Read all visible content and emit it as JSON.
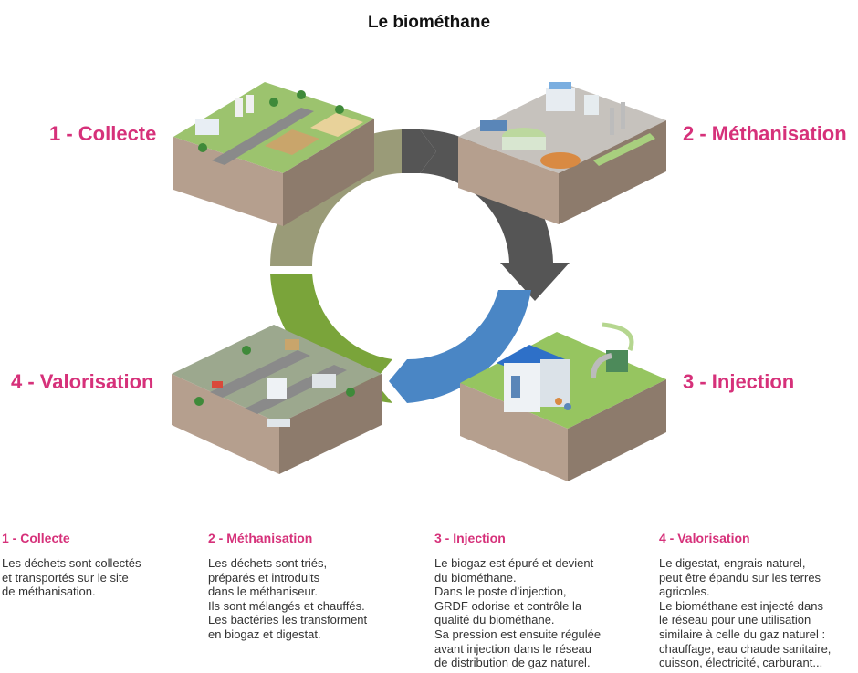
{
  "title": "Le biométhane",
  "stages": [
    {
      "label": "1 - Collecte"
    },
    {
      "label": "2 - Méthanisation"
    },
    {
      "label": "3 - Injection"
    },
    {
      "label": "4 - Valorisation"
    }
  ],
  "steps": [
    {
      "heading": "1 - Collecte",
      "text": "Les déchets sont collectés\net transportés sur le site\nde méthanisation."
    },
    {
      "heading": "2 - Méthanisation",
      "text": "Les déchets sont triés,\npréparés et introduits\ndans le méthaniseur.\nIls sont mélangés et chauffés.\nLes bactéries les transforment\nen biogaz et digestat."
    },
    {
      "heading": "3 - Injection",
      "text": "Le biogaz est épuré et devient\ndu biométhane.\nDans le poste d’injection,\nGRDF odorise et contrôle la\nqualité du biométhane.\nSa pression est ensuite régulée\navant injection dans le réseau\nde distribution de gaz naturel."
    },
    {
      "heading": "4 - Valorisation",
      "text": "Le digestat, engrais naturel,\npeut être épandu sur les terres\nagricoles.\nLe biométhane est injecté dans\nle réseau pour une utilisation\nsimilaire à celle du gaz naturel :\nchauffage, eau chaude sanitaire,\ncuisson, électricité, carburant..."
    }
  ],
  "colors": {
    "accent": "#d6317a",
    "arc_collecte": "#9a9b78",
    "arc_methanisation": "#555555",
    "arc_injection": "#4a86c5",
    "arc_valorisation": "#7aa43a"
  },
  "illustrations": [
    "collecte-block",
    "methanisation-block",
    "injection-block",
    "valorisation-block"
  ]
}
